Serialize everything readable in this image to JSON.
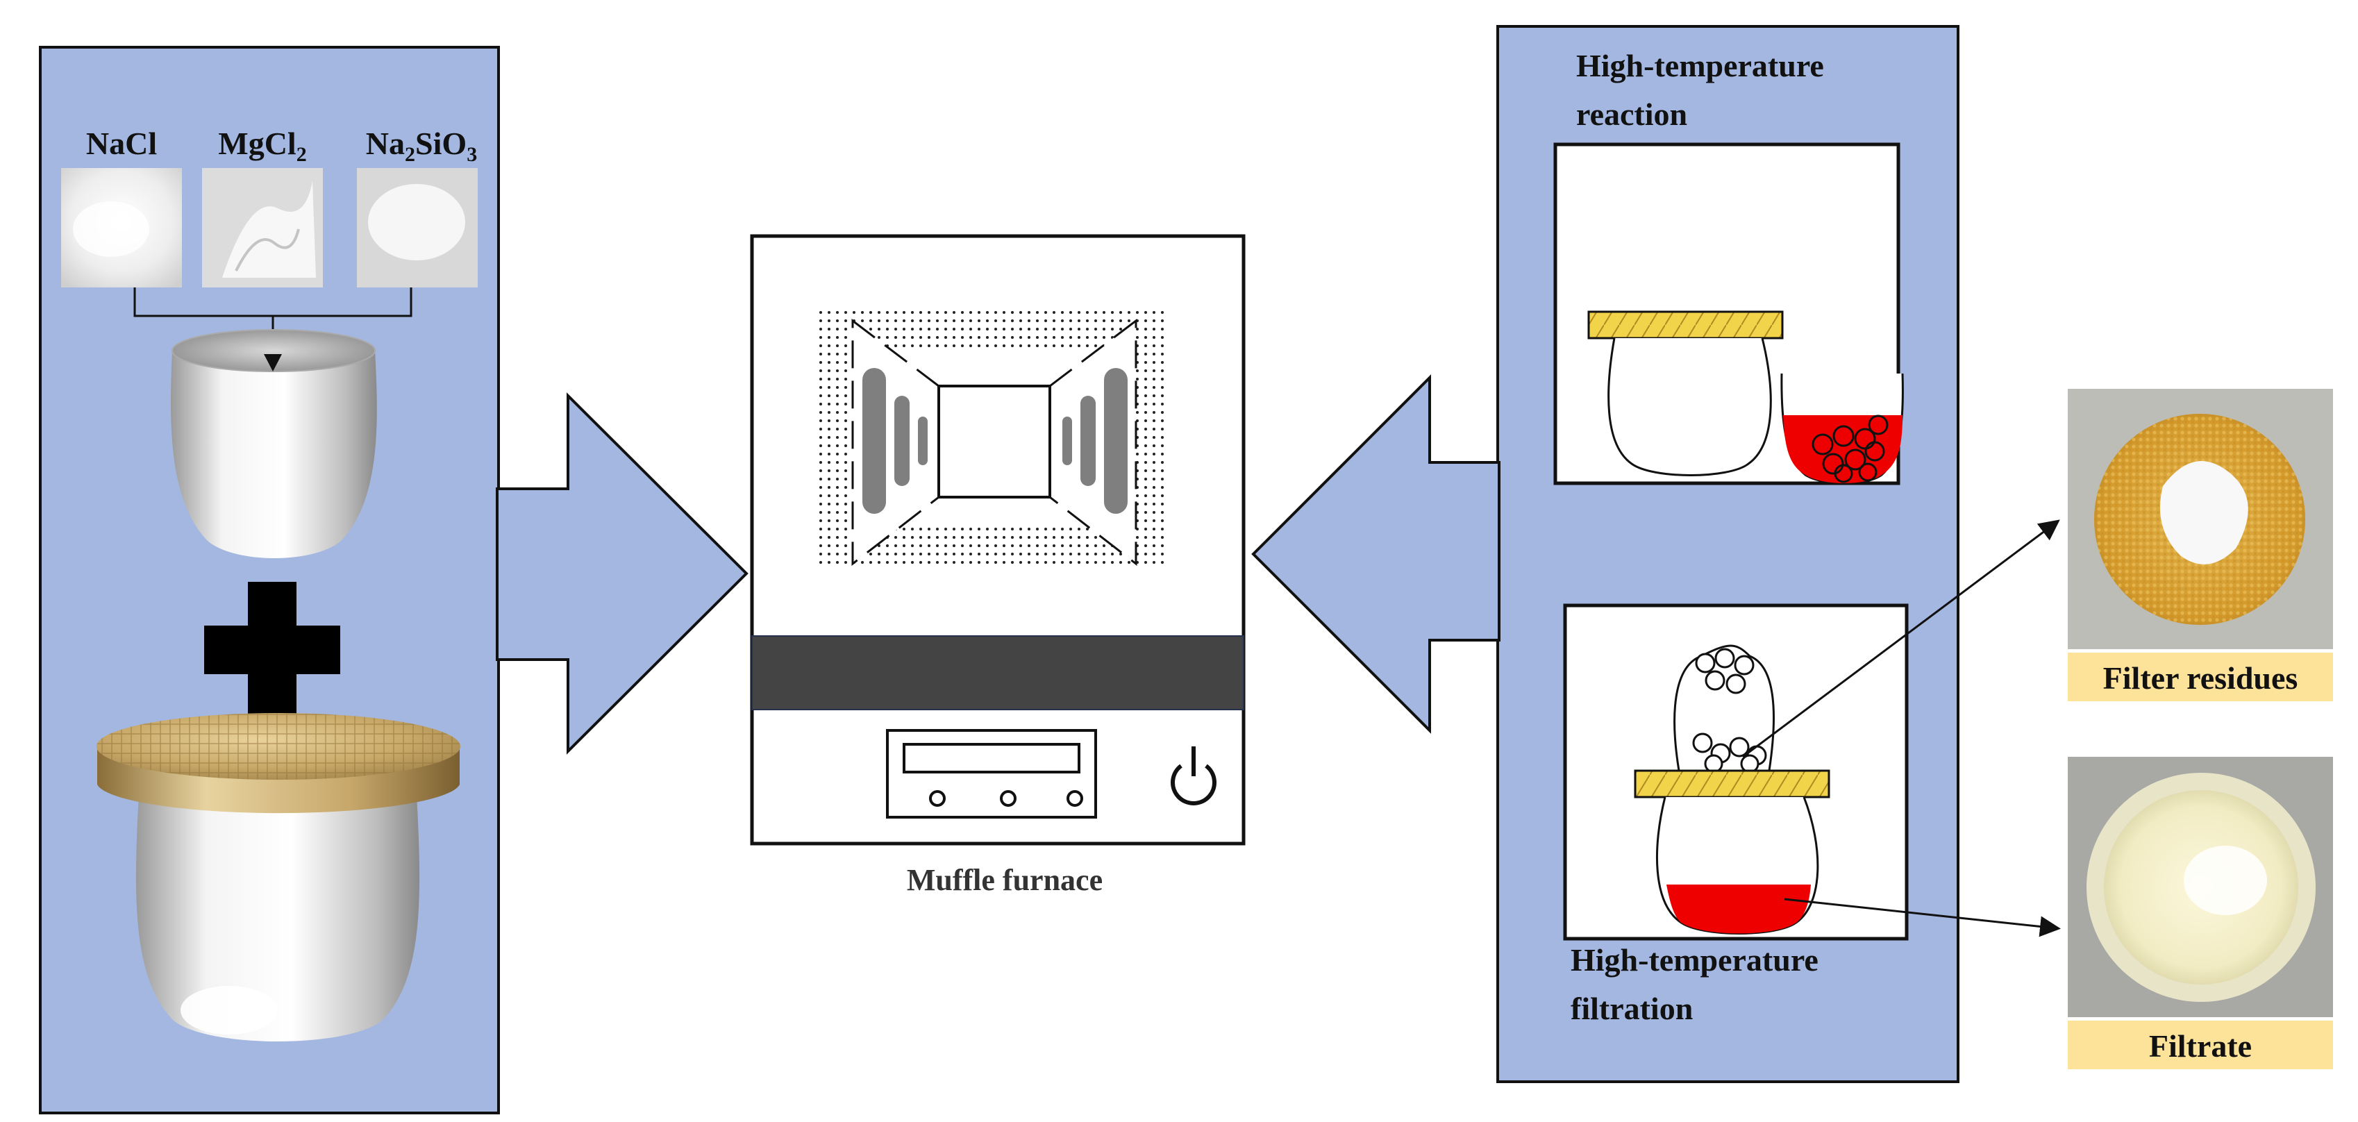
{
  "colors": {
    "panel_fill": "#a3b7e0",
    "stroke": "#111111",
    "red_liquid": "#ee0000",
    "filter_plate": "#f2d44a",
    "furnace_band": "#444444",
    "heating_element": "#7f7f7f",
    "label_highlight": "#fde29a"
  },
  "icons": {
    "plus": "plus-icon",
    "power": "power-icon",
    "arrow_right": "arrow-right-icon",
    "arrow_left": "arrow-left-icon"
  },
  "raw_materials": {
    "items": [
      {
        "label": "NaCl"
      },
      {
        "label": "MgCl",
        "sub": "2"
      },
      {
        "label": "Na",
        "sub": "2",
        "label_mid": "SiO",
        "sub2": "3"
      }
    ]
  },
  "furnace": {
    "caption": "Muffle furnace"
  },
  "process": {
    "reaction_label_line1": "High-temperature",
    "reaction_label_line2": "reaction",
    "filtration_label_line1": "High-temperature",
    "filtration_label_line2": "filtration"
  },
  "outputs": {
    "filter_residues": "Filter residues",
    "filtrate": "Filtrate"
  }
}
